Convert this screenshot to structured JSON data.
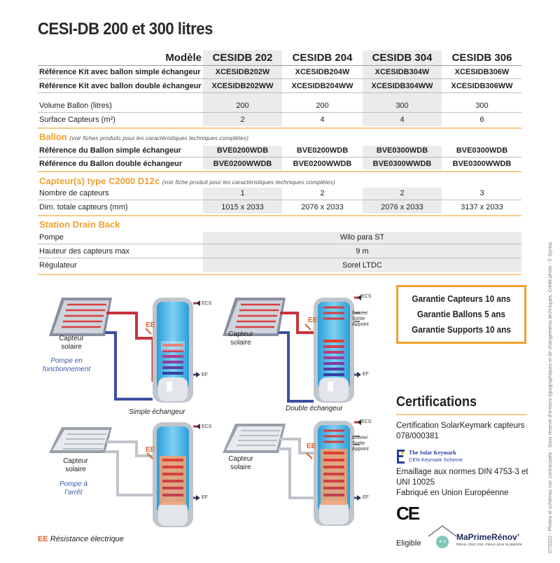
{
  "title": "CESI-DB 200 et 300 litres",
  "table": {
    "model_label": "Modèle",
    "models": [
      "CESIDB 202",
      "CESIDB 204",
      "CESIDB 304",
      "CESIDB 306"
    ],
    "kit_rows": [
      {
        "label": "Référence Kit avec ballon simple échangeur",
        "values": [
          "XCESIDB202W",
          "XCESIDB204W",
          "XCESIDB304W",
          "XCESIDB306W"
        ]
      },
      {
        "label": "Référence Kit avec ballon double échangeur",
        "values": [
          "XCESIDB202WW",
          "XCESIDB204WW",
          "XCESIDB304WW",
          "XCESIDB306WW"
        ]
      }
    ],
    "spec_rows": [
      {
        "label": "Volume Ballon (litres)",
        "values": [
          "200",
          "200",
          "300",
          "300"
        ]
      },
      {
        "label": "Surface Capteurs (m²)",
        "values": [
          "2",
          "4",
          "4",
          "6"
        ]
      }
    ],
    "ballon": {
      "title": "Ballon",
      "note": "(voir fiches produits pour les caractéristiques techniques complètes)",
      "rows": [
        {
          "label": "Référence du Ballon simple échangeur",
          "values": [
            "BVE0200WDB",
            "BVE0200WDB",
            "BVE0300WDB",
            "BVE0300WDB"
          ]
        },
        {
          "label": "Référence du Ballon double échangeur",
          "values": [
            "BVE0200WWDB",
            "BVE0200WWDB",
            "BVE0300WWDB",
            "BVE0300WWDB"
          ]
        }
      ]
    },
    "capteur": {
      "title": "Capteur(s) type C2000 D12c",
      "note": "(voir fiche produit pour les caractéristiques techniques complètes)",
      "rows": [
        {
          "label": "Nombre de capteurs",
          "values": [
            "1",
            "2",
            "2",
            "3"
          ]
        },
        {
          "label": "Dim. totale capteurs (mm)",
          "values": [
            "1015 x 2033",
            "2076 x 2033",
            "2076 x 2033",
            "3137 x 2033"
          ]
        }
      ]
    },
    "station": {
      "title": "Station Drain Back",
      "rows": [
        {
          "label": "Pompe",
          "value": "Wilo para ST"
        },
        {
          "label": "Hauteur des capteurs max",
          "value": "9 m"
        },
        {
          "label": "Régulateur",
          "value": "Sorel LTDC"
        }
      ]
    }
  },
  "guarantees": [
    "Garantie Capteurs 10 ans",
    "Garantie Ballons 5 ans",
    "Garantie Supports 10 ans"
  ],
  "certifications": {
    "title": "Certifications",
    "solar_line1": "Certification SolarKeymark capteurs",
    "solar_line2": "078/000381",
    "keymark_name": "The Solar Keymark",
    "keymark_sub": "CEN Keymark Scheme",
    "email_line1": "Emaillage aux normes DIN 4753-3 et",
    "email_line2": "UNI 10025",
    "fab": "Fabriqué en Union Européenne",
    "ce": "CE",
    "eligible": "Eligible",
    "mpr_name": "MaPrimeRénov’",
    "mpr_tag": "Mieux chez moi, mieux pour la planète"
  },
  "diagrams": {
    "capteur": "Capteur",
    "solaire": "solaire",
    "ee": "EE",
    "ecs": "ECS",
    "ef": "EF",
    "entree1": "Entrée/",
    "entree2": "Sortie",
    "entree3": "Appoint",
    "pompe_on_1": "Pompe en",
    "pompe_on_2": "fonctionnement",
    "pompe_off_1": "Pompe à",
    "pompe_off_2": "l’arrêt",
    "simple": "Simple échangeur",
    "double": "Double échangeur"
  },
  "legend": {
    "ee": "EE",
    "text": "Résistance électrique"
  },
  "side_note": "07/2022 - Photos et schémas non contractuels - Sous réserve d’erreurs typographiques et de changements techniques. Crédit photo : © Synius",
  "colors": {
    "accent": "#f0a030",
    "hot": "#c8323c",
    "cold": "#3c4fa0",
    "tank": "#3fb0e6",
    "shade": "#ebebeb"
  }
}
